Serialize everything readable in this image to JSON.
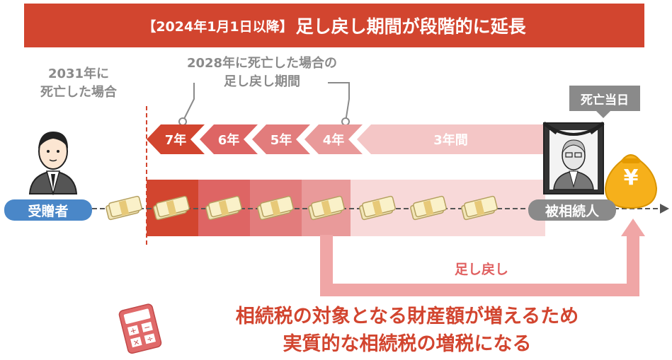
{
  "banner": {
    "tag": "【2024年1月1日以降】",
    "title": "足し戻し期間が段階的に延長"
  },
  "label_2031": [
    "2031年に",
    "死亡した場合"
  ],
  "label_2028": [
    "2028年に死亡した場合の",
    "足し戻し期間"
  ],
  "death_day": "死亡当日",
  "arrows": [
    "7年",
    "6年",
    "5年",
    "4年",
    "3年間"
  ],
  "recipient": "受贈者",
  "decedent": "被相続人",
  "yen_symbol": "¥",
  "add_back": "足し戻し",
  "conclusion": [
    "相続税の対象となる財産額が増えるため",
    "実質的な相続税の増税になる"
  ],
  "colors": {
    "dark_red": "#d2452f",
    "red2": "#de6564",
    "red3": "#e27c7c",
    "red4": "#e99a9a",
    "pink": "#f4c6c6",
    "grey": "#8a8a8a",
    "blue": "#4a87c8",
    "gold": "#f6b01b"
  },
  "icons": [
    "person-icon",
    "memorial-portrait-icon",
    "money-bag-icon",
    "money-bundle-icon",
    "calculator-icon"
  ]
}
